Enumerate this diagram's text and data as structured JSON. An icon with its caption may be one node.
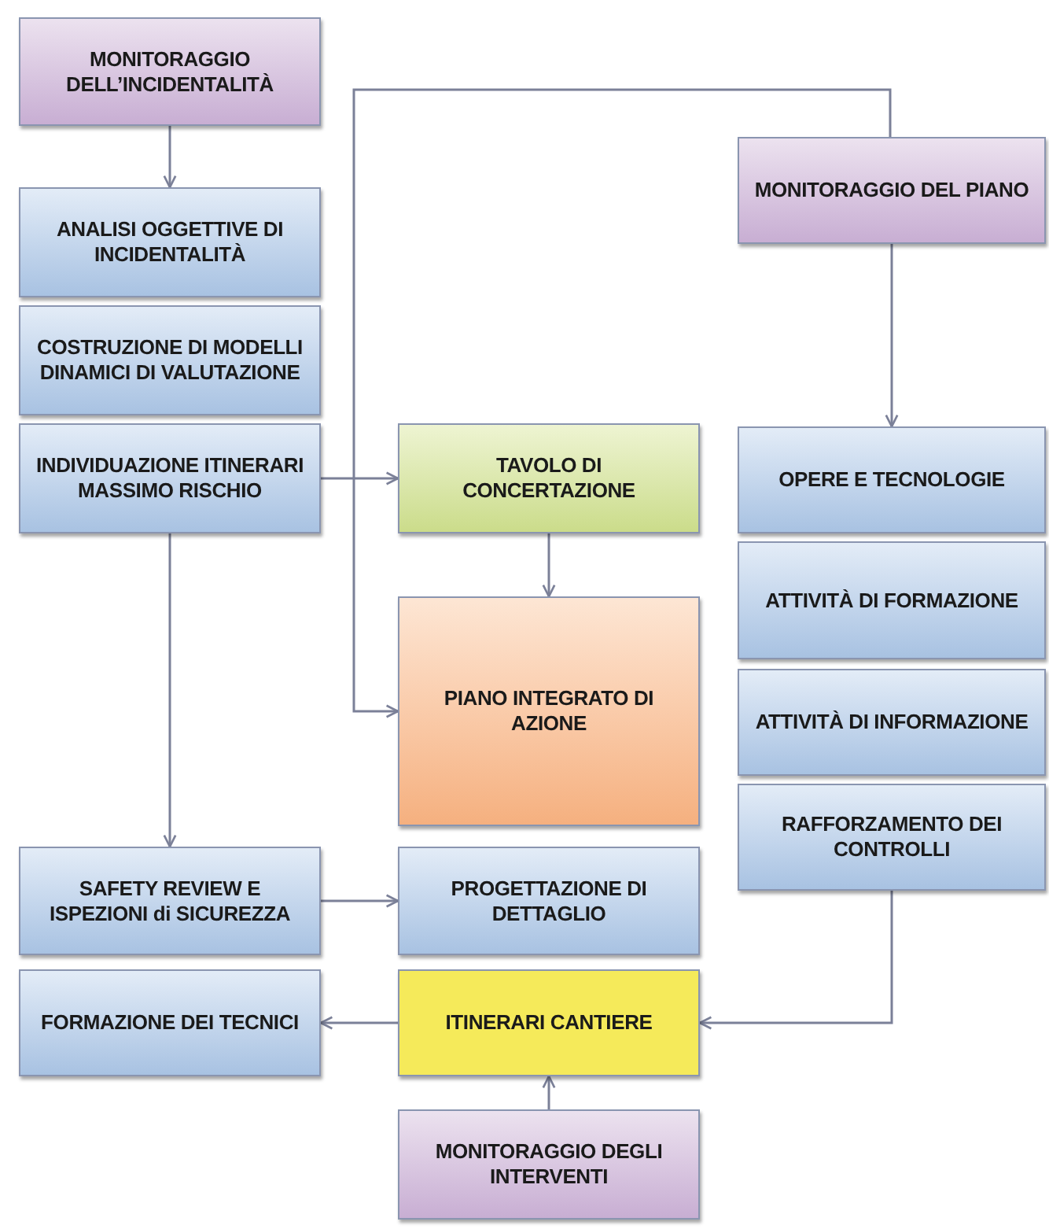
{
  "diagram": {
    "nodes": [
      {
        "text": [
          "MONITORAGGIO DELL’INCIDENTALITÀ"
        ]
      },
      {
        "text": [
          "ANALISI OGGETTIVE DI INCIDENTALITÀ"
        ]
      },
      {
        "text": [
          "COSTRUZIONE DI MODELLI DINAMICI DI VALUTAZIONE"
        ]
      },
      {
        "text": [
          "INDIVIDUAZIONE ITINERARI MASSIMO RISCHIO"
        ]
      },
      {
        "text": [
          "TAVOLO DI CONCERTAZIONE"
        ]
      },
      {
        "text": [
          "MONITORAGGIO DEL PIANO"
        ]
      },
      {
        "text": [
          "OPERE E TECNOLOGIE"
        ]
      },
      {
        "text": [
          "ATTIVITÀ DI FORMAZIONE"
        ]
      },
      {
        "text": [
          "ATTIVITÀ DI INFORMAZIONE"
        ]
      },
      {
        "text": [
          "RAFFORZAMENTO DEI CONTROLLI"
        ]
      },
      {
        "text": [
          "PIANO INTEGRATO DI AZIONE"
        ]
      },
      {
        "text": [
          "SAFETY REVIEW E ISPEZIONI di SICUREZZA"
        ]
      },
      {
        "text": [
          "PROGETTAZIONE DI DETTAGLIO"
        ]
      },
      {
        "text": [
          "FORMAZIONE DEI TECNICI"
        ]
      },
      {
        "text": [
          "ITINERARI CANTIERE"
        ]
      },
      {
        "text": [
          "MONITORAGGIO DEGLI INTERVENTI"
        ]
      }
    ],
    "edges": [
      {
        "from": 0,
        "to": 1,
        "arrow": "to"
      },
      {
        "from": 5,
        "to": 10,
        "arrow": "to"
      },
      {
        "from": 5,
        "to": 6,
        "arrow": "to"
      },
      {
        "from": 3,
        "to": 4,
        "arrow": "to"
      },
      {
        "from": 4,
        "to": 10,
        "arrow": "to"
      },
      {
        "from": 3,
        "to": 11,
        "arrow": "to"
      },
      {
        "from": 11,
        "to": 12,
        "arrow": "to"
      },
      {
        "from": 14,
        "to": 13,
        "arrow": "to"
      },
      {
        "from": 9,
        "to": 14,
        "arrow": "to"
      },
      {
        "from": 15,
        "to": 14,
        "arrow": "to"
      }
    ]
  }
}
